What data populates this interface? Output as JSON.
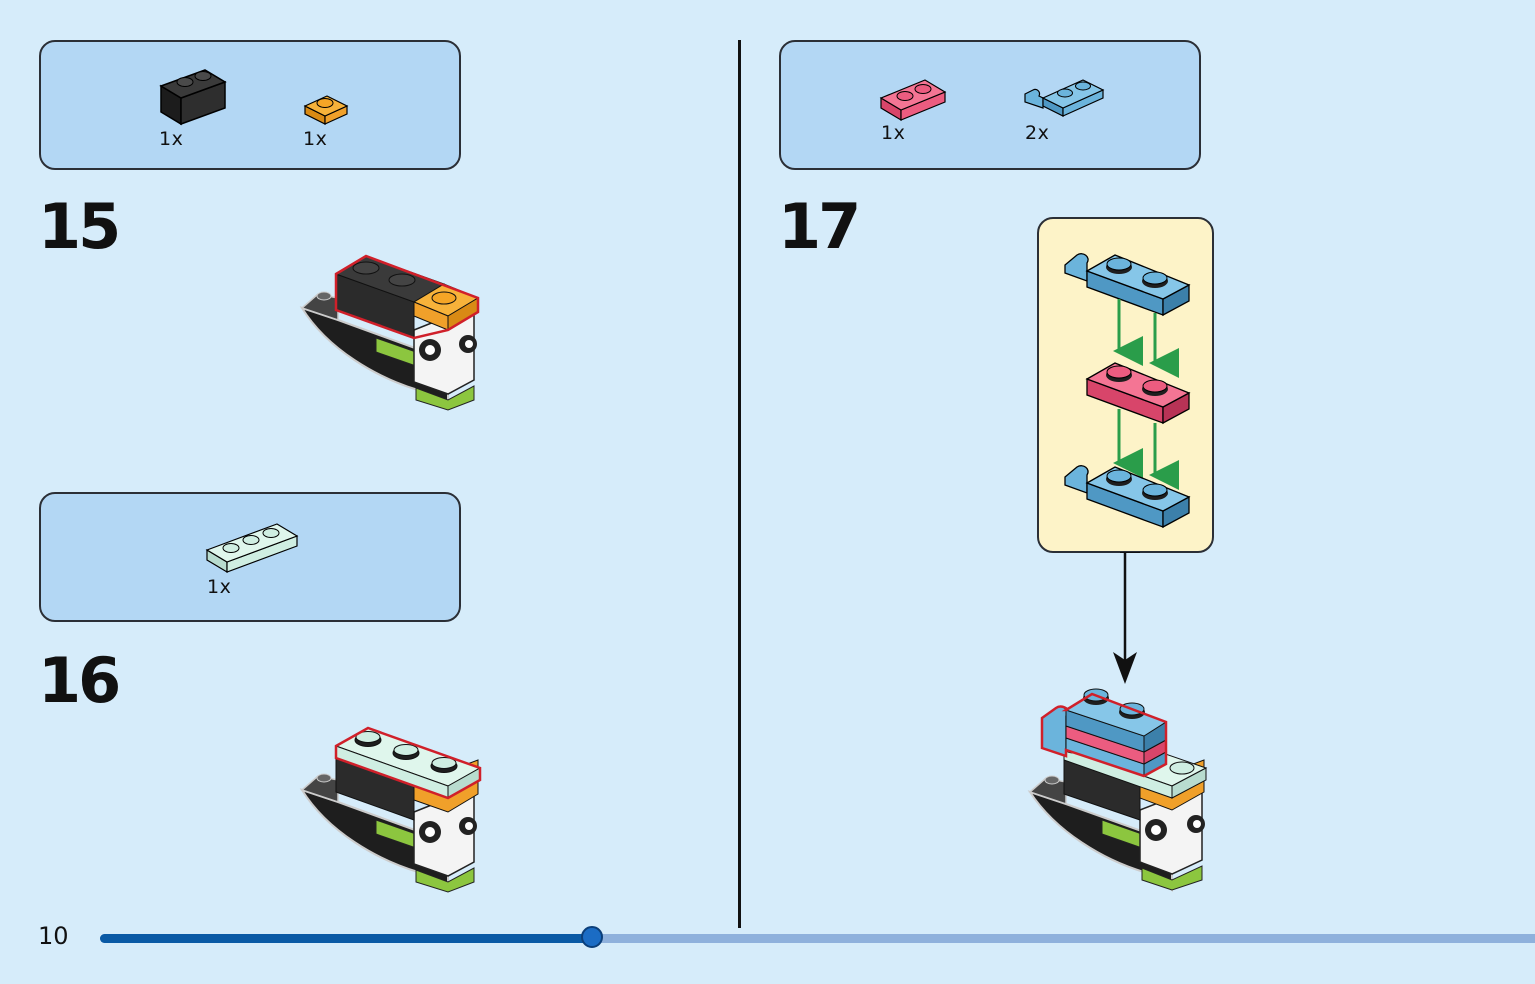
{
  "steps": [
    {
      "number": "15",
      "parts": [
        {
          "icon": "black-brick-1x2-icon",
          "qty": "1x"
        },
        {
          "icon": "orange-round-plate-icon",
          "qty": "1x"
        }
      ]
    },
    {
      "number": "16",
      "parts": [
        {
          "icon": "light-aqua-plate-1x3-icon",
          "qty": "1x"
        }
      ]
    },
    {
      "number": "17",
      "parts": [
        {
          "icon": "pink-plate-1x2-icon",
          "qty": "1x"
        },
        {
          "icon": "blue-clip-plate-1x2-icon",
          "qty": "2x"
        }
      ]
    }
  ],
  "page": {
    "number": "10",
    "progress": 0.343
  },
  "colors": {
    "background": "#d6ecfa",
    "parts_box": "#b3d7f4",
    "callout": "#fdf3c8",
    "progress_fill": "#0a5aa5",
    "progress_track": "#8fb1dc",
    "highlight": "#d0202a",
    "arrow_green": "#2a9d4a"
  }
}
